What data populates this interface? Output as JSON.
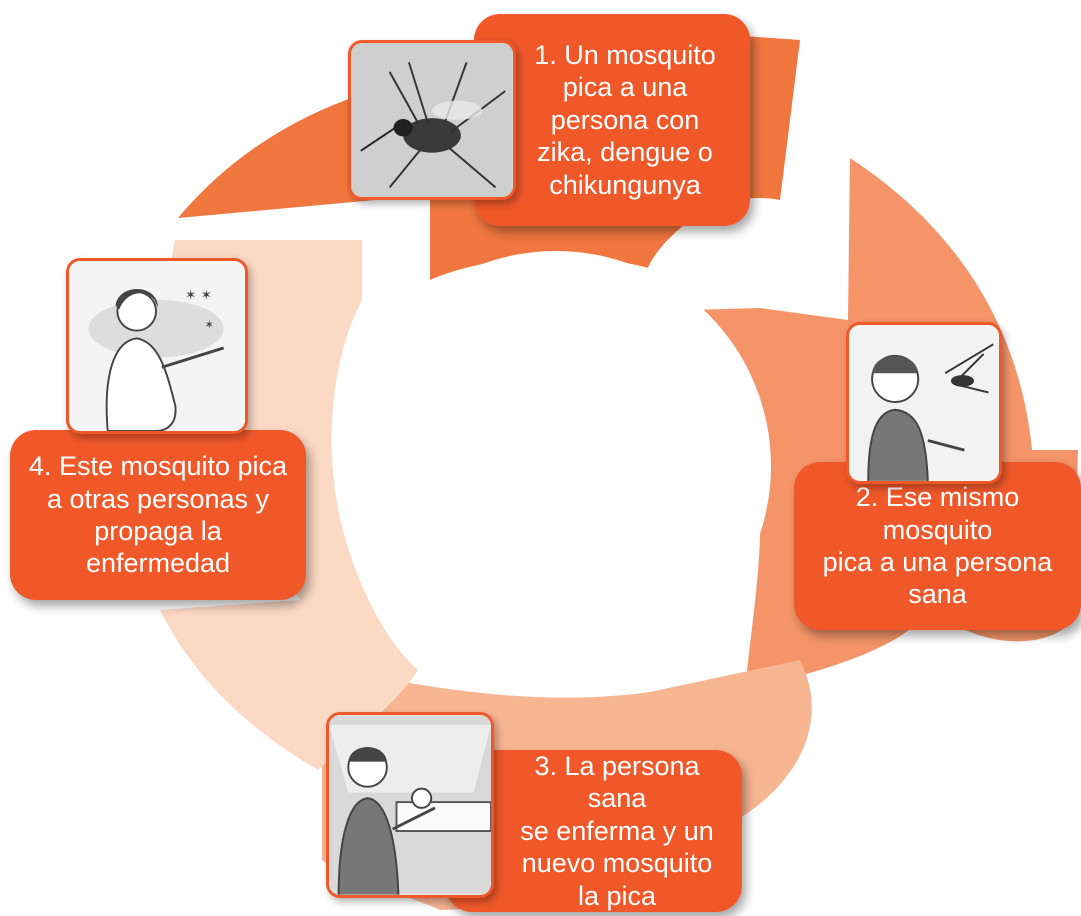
{
  "steps": [
    {
      "id": 1,
      "text_lines": [
        "1. Un mosquito",
        "pica a una",
        "persona con",
        "zika, dengue o",
        "chikungunya"
      ],
      "image": "mosquito-photo"
    },
    {
      "id": 2,
      "text_lines": [
        "2. Ese mismo mosquito",
        "pica a una persona",
        "sana"
      ],
      "image": "woman-bitten-illustration"
    },
    {
      "id": 3,
      "text_lines": [
        "3. La persona sana",
        "se enferma y un",
        "nuevo mosquito",
        "la pica"
      ],
      "image": "sick-person-bed-illustration"
    },
    {
      "id": 4,
      "text_lines": [
        "4. Este mosquito pica",
        "a otras personas y",
        "propaga la enfermedad"
      ],
      "image": "pregnant-woman-swatting-illustration"
    }
  ],
  "colors": {
    "card": "#f0582a",
    "arc_top": "#f0773f",
    "arc_right": "#f49468",
    "arc_bottom": "#f8b592",
    "arc_left": "#fcd9c5"
  }
}
